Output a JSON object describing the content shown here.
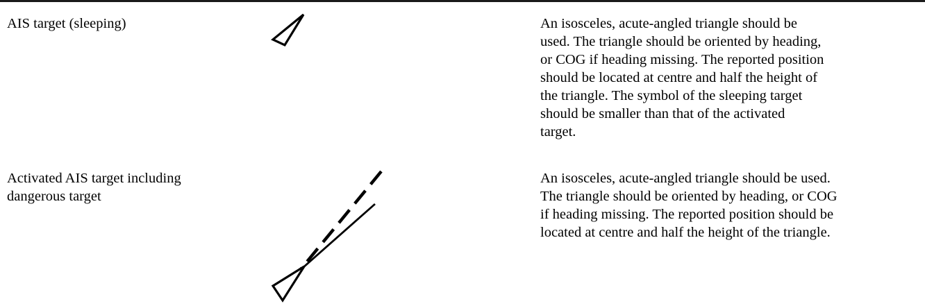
{
  "rows": [
    {
      "term": "AIS target (sleeping)",
      "symbol_icon": "sleeping-ais-target-triangle",
      "description": "An isosceles, acute-angled triangle should be\nused. The triangle should be oriented by heading,\nor COG if heading missing. The reported position\nshould be located at centre and half the height of\nthe triangle. The symbol of the sleeping target\nshould be smaller than that of the activated\ntarget."
    },
    {
      "term": "Activated AIS target including\ndangerous target",
      "symbol_icon": "activated-ais-target-triangle-with-heading-and-cog-lines",
      "description": "An isosceles, acute-angled triangle should be used.\nThe triangle should be oriented by heading, or COG\nif heading missing. The reported position should be\nlocated at centre and half the height of the triangle."
    }
  ]
}
